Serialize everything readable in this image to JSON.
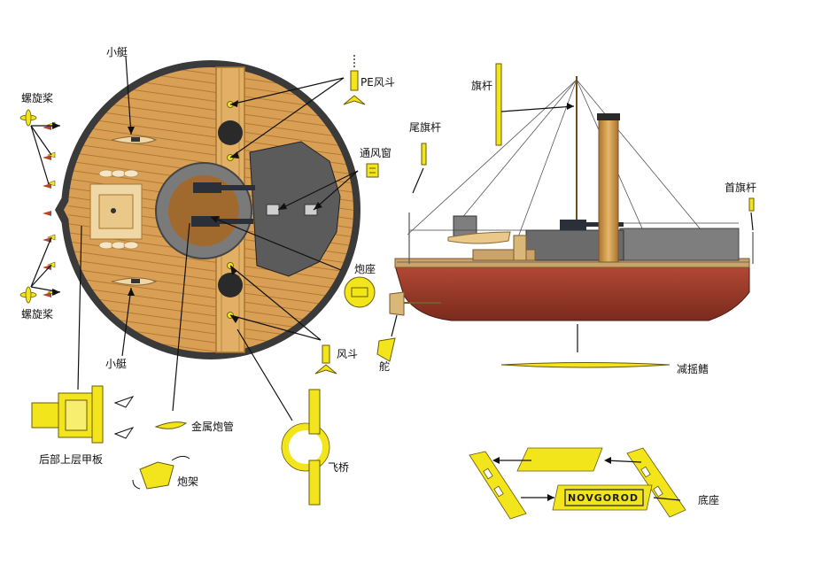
{
  "labels": {
    "small_boat_top": "小艇",
    "small_boat_bottom": "小艇",
    "propeller_top": "螺旋桨",
    "propeller_bottom": "螺旋桨",
    "wind_scoop_top": "PE风斗",
    "vent_window": "通风窗",
    "gun_base": "炮座",
    "wind_scoop_bottom": "风斗",
    "rear_upper_deck": "后部上层甲板",
    "metal_barrel": "金属炮管",
    "gun_carriage": "炮架",
    "flying_bridge": "飞桥",
    "main_mast": "旗杆",
    "stern_flagpole": "尾旗杆",
    "bow_flagpole": "首旗杆",
    "rudder": "舵",
    "bilge_keel": "减摇鳍",
    "stand": "底座",
    "nameplate": "NOVGOROD"
  },
  "colors": {
    "deck_wood": "#d9a055",
    "deck_plank_line": "#b07a35",
    "hull_red": "#9c3a2a",
    "hull_dark": "#3a3a3a",
    "turret_grey": "#6b6b6b",
    "photo_etch_yellow": "#f2e51c",
    "leader_line": "#111111"
  }
}
